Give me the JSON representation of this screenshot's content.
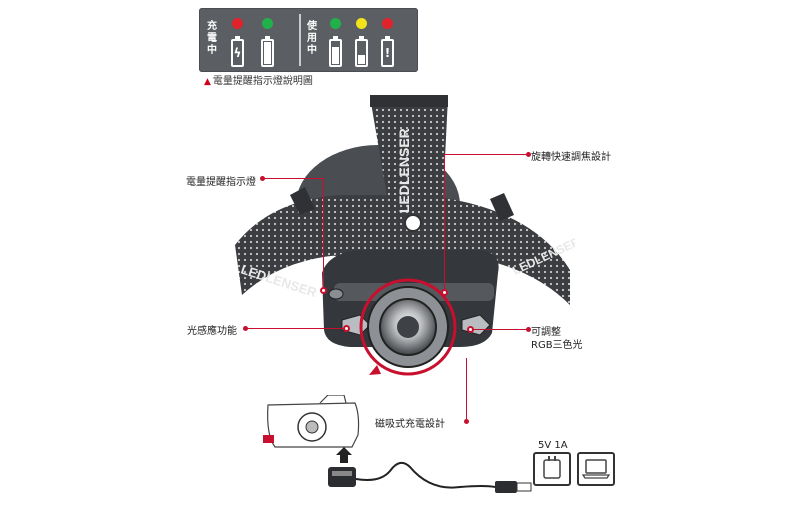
{
  "legend": {
    "charging_label": "充\n電\n中",
    "using_label": "使\n用\n中",
    "charging_indicators": [
      {
        "color": "#e0232b",
        "battery": "charging"
      },
      {
        "color": "#20b14a",
        "battery": "full"
      }
    ],
    "using_indicators": [
      {
        "color": "#20b14a",
        "battery": "high"
      },
      {
        "color": "#f3e31a",
        "battery": "medium"
      },
      {
        "color": "#e0232b",
        "battery": "low"
      }
    ],
    "caption_marker": "▲",
    "caption": "電量提醒指示燈說明圖",
    "charging_glyph": "ϟ",
    "low_glyph": "!"
  },
  "callouts": {
    "battery_indicator": "電量提醒指示燈",
    "rotary_focus": "旋轉快速調焦設計",
    "light_sensor": "光感應功能",
    "rgb_line1": "可調整",
    "rgb_line2": "RGB三色光",
    "magnetic_charging": "磁吸式充電設計"
  },
  "brand": {
    "strap_text": "LEDLENSER",
    "side_text": "LEDLENSER",
    "side_text_right": "LEDLENSER"
  },
  "power": {
    "label": "5V 1A"
  },
  "colors": {
    "accent_red": "#c8102e",
    "panel_gray": "#5b5e62",
    "strap_dark": "#3b3d40"
  }
}
